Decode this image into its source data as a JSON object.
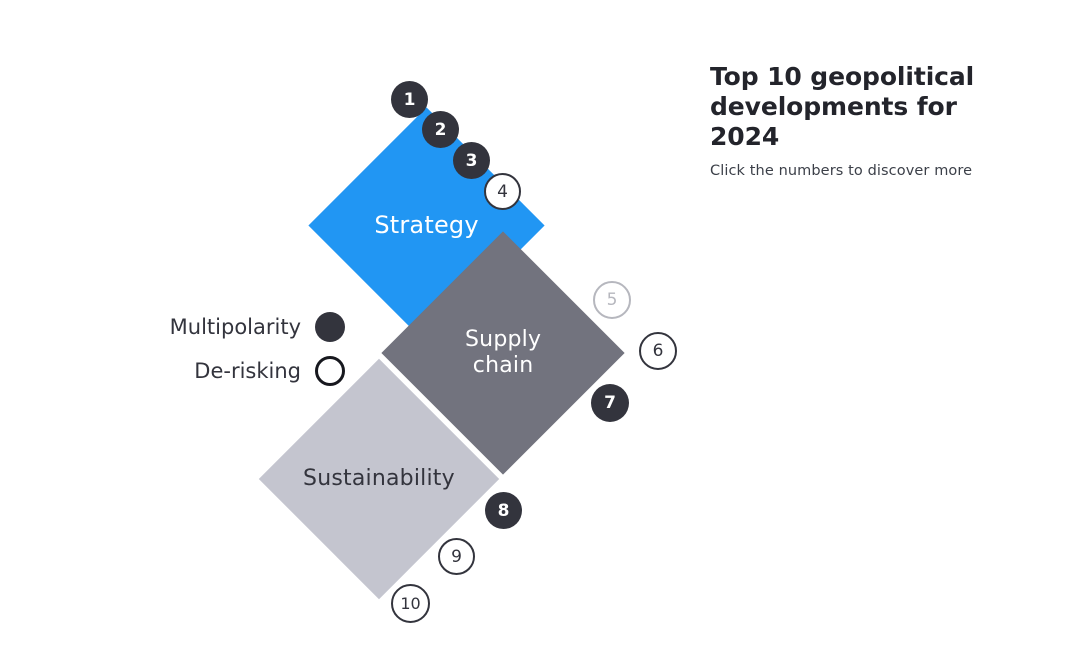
{
  "header": {
    "title": "Top 10 geopolitical developments for 2024",
    "subtitle": "Click the numbers to discover more"
  },
  "legend": {
    "items": [
      {
        "label": "Multipolarity",
        "style": "filled",
        "icon": "filled-circle-icon",
        "color": "#33343D"
      },
      {
        "label": "De-risking",
        "style": "outlined",
        "icon": "outlined-circle-icon",
        "color": "#17181E"
      }
    ]
  },
  "diagram": {
    "type": "diamond-cluster",
    "categories": [
      {
        "id": "strategy",
        "label": "Strategy",
        "color": "#2196F3",
        "text_color": "#FFFFFF"
      },
      {
        "id": "supply-chain",
        "label": "Supply\nchain",
        "color": "#72737E",
        "text_color": "#FFFFFF"
      },
      {
        "id": "sustainability",
        "label": "Sustainability",
        "color": "#C4C5CF",
        "text_color": "#33343D"
      }
    ],
    "markers": [
      {
        "number": "1",
        "style": "filled",
        "category": "strategy"
      },
      {
        "number": "2",
        "style": "filled",
        "category": "strategy"
      },
      {
        "number": "3",
        "style": "filled",
        "category": "strategy"
      },
      {
        "number": "4",
        "style": "outlined",
        "category": "strategy"
      },
      {
        "number": "5",
        "style": "outlined",
        "category": "supply-chain"
      },
      {
        "number": "6",
        "style": "outlined",
        "category": "supply-chain"
      },
      {
        "number": "7",
        "style": "filled",
        "category": "supply-chain"
      },
      {
        "number": "8",
        "style": "filled",
        "category": "sustainability"
      },
      {
        "number": "9",
        "style": "outlined",
        "category": "sustainability"
      },
      {
        "number": "10",
        "style": "outlined",
        "category": "sustainability"
      }
    ]
  },
  "colors": {
    "accent_blue": "#2196F3",
    "mid_gray": "#72737E",
    "light_gray": "#C4C5CF",
    "dark": "#33343D",
    "background": "#FFFFFF"
  }
}
